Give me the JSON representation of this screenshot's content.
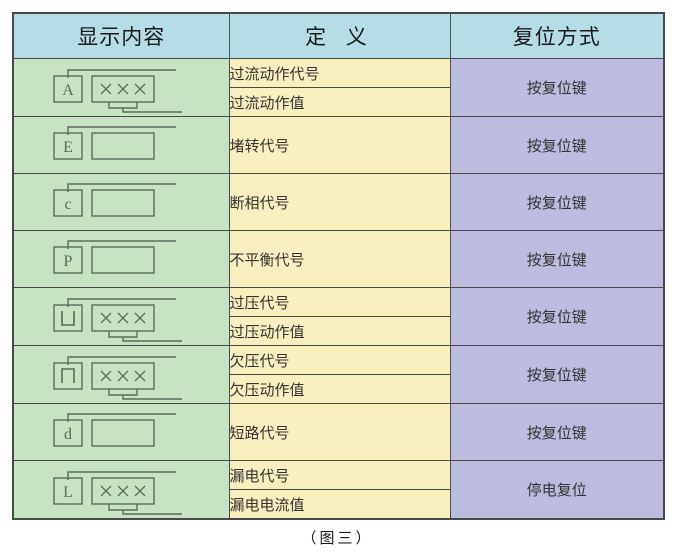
{
  "table": {
    "headers": [
      {
        "label": "显示内容",
        "name": "header-display-content"
      },
      {
        "label": "定 义",
        "name": "header-definition"
      },
      {
        "label": "复位方式",
        "name": "header-reset-method"
      }
    ],
    "rows": [
      {
        "code_letter": "A",
        "icon": "lcd-code-A-with-xxx",
        "has_value_box": true,
        "definitions": [
          "过流动作代号",
          "过流动作值"
        ],
        "reset": "按复位键"
      },
      {
        "code_letter": "E",
        "icon": "lcd-code-E-blank",
        "has_value_box": false,
        "definitions": [
          "堵转代号"
        ],
        "reset": "按复位键"
      },
      {
        "code_letter": "c",
        "icon": "lcd-code-c-blank",
        "has_value_box": false,
        "definitions": [
          "断相代号"
        ],
        "reset": "按复位键"
      },
      {
        "code_letter": "P",
        "icon": "lcd-code-P-blank",
        "has_value_box": false,
        "definitions": [
          "不平衡代号"
        ],
        "reset": "按复位键"
      },
      {
        "code_letter": "⊔",
        "icon": "lcd-code-U-with-xxx",
        "has_value_box": true,
        "definitions": [
          "过压代号",
          "过压动作值"
        ],
        "reset": "按复位键"
      },
      {
        "code_letter": "⊓",
        "icon": "lcd-code-n-with-xxx",
        "has_value_box": true,
        "definitions": [
          "欠压代号",
          "欠压动作值"
        ],
        "reset": "按复位键"
      },
      {
        "code_letter": "d",
        "icon": "lcd-code-d-blank",
        "has_value_box": false,
        "definitions": [
          "短路代号"
        ],
        "reset": "按复位键"
      },
      {
        "code_letter": "L",
        "icon": "lcd-code-L-with-xxx",
        "has_value_box": true,
        "definitions": [
          "漏电代号",
          "漏电电流值"
        ],
        "reset": "停电复位"
      }
    ],
    "value_placeholder": "×××"
  },
  "caption": "（图三）",
  "colors": {
    "header_bg": "#b6dce6",
    "display_bg": "#c7e3c4",
    "definition_bg": "#f8efbe",
    "reset_bg": "#bcbcdf",
    "border": "#4a4a4a",
    "text": "#333333"
  }
}
